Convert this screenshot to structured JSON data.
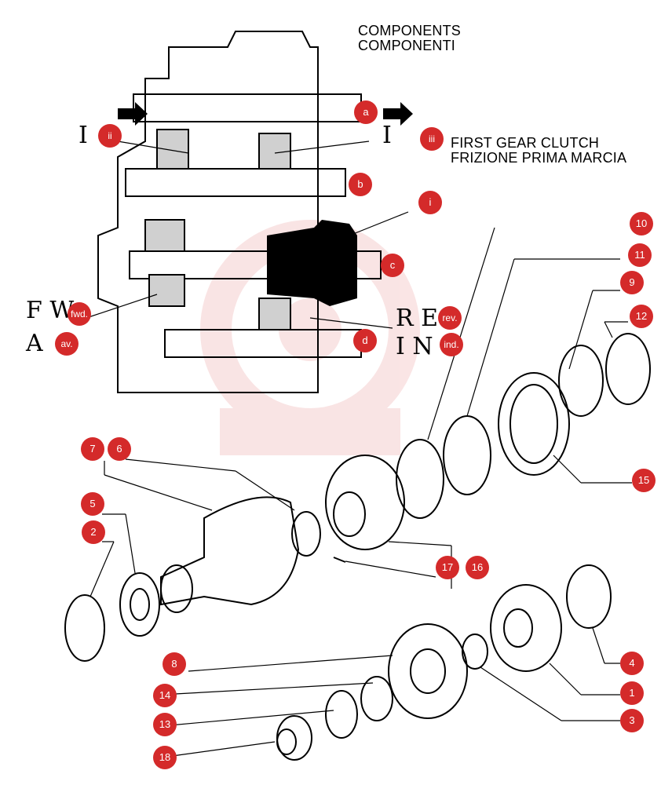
{
  "title": {
    "line1": "COMPONENTS",
    "line2": "COMPONENTI"
  },
  "subtitle": {
    "line1": "FIRST GEAR CLUTCH",
    "line2": "FRIZIONE PRIMA MARCIA"
  },
  "letter_callouts": [
    "a",
    "b",
    "c",
    "d",
    "i",
    "ii",
    "iii"
  ],
  "direction_labels": {
    "fwd": "fwd.",
    "av": "av.",
    "rev": "rev.",
    "ind": "ind."
  },
  "side_marks": {
    "fw": "F W",
    "a": "A",
    "re": "R E",
    "in": "I N"
  },
  "number_callouts": [
    "1",
    "2",
    "3",
    "4",
    "5",
    "6",
    "7",
    "8",
    "9",
    "10",
    "11",
    "12",
    "13",
    "14",
    "15",
    "16",
    "17",
    "18"
  ],
  "accent_color": "#d42a2a"
}
